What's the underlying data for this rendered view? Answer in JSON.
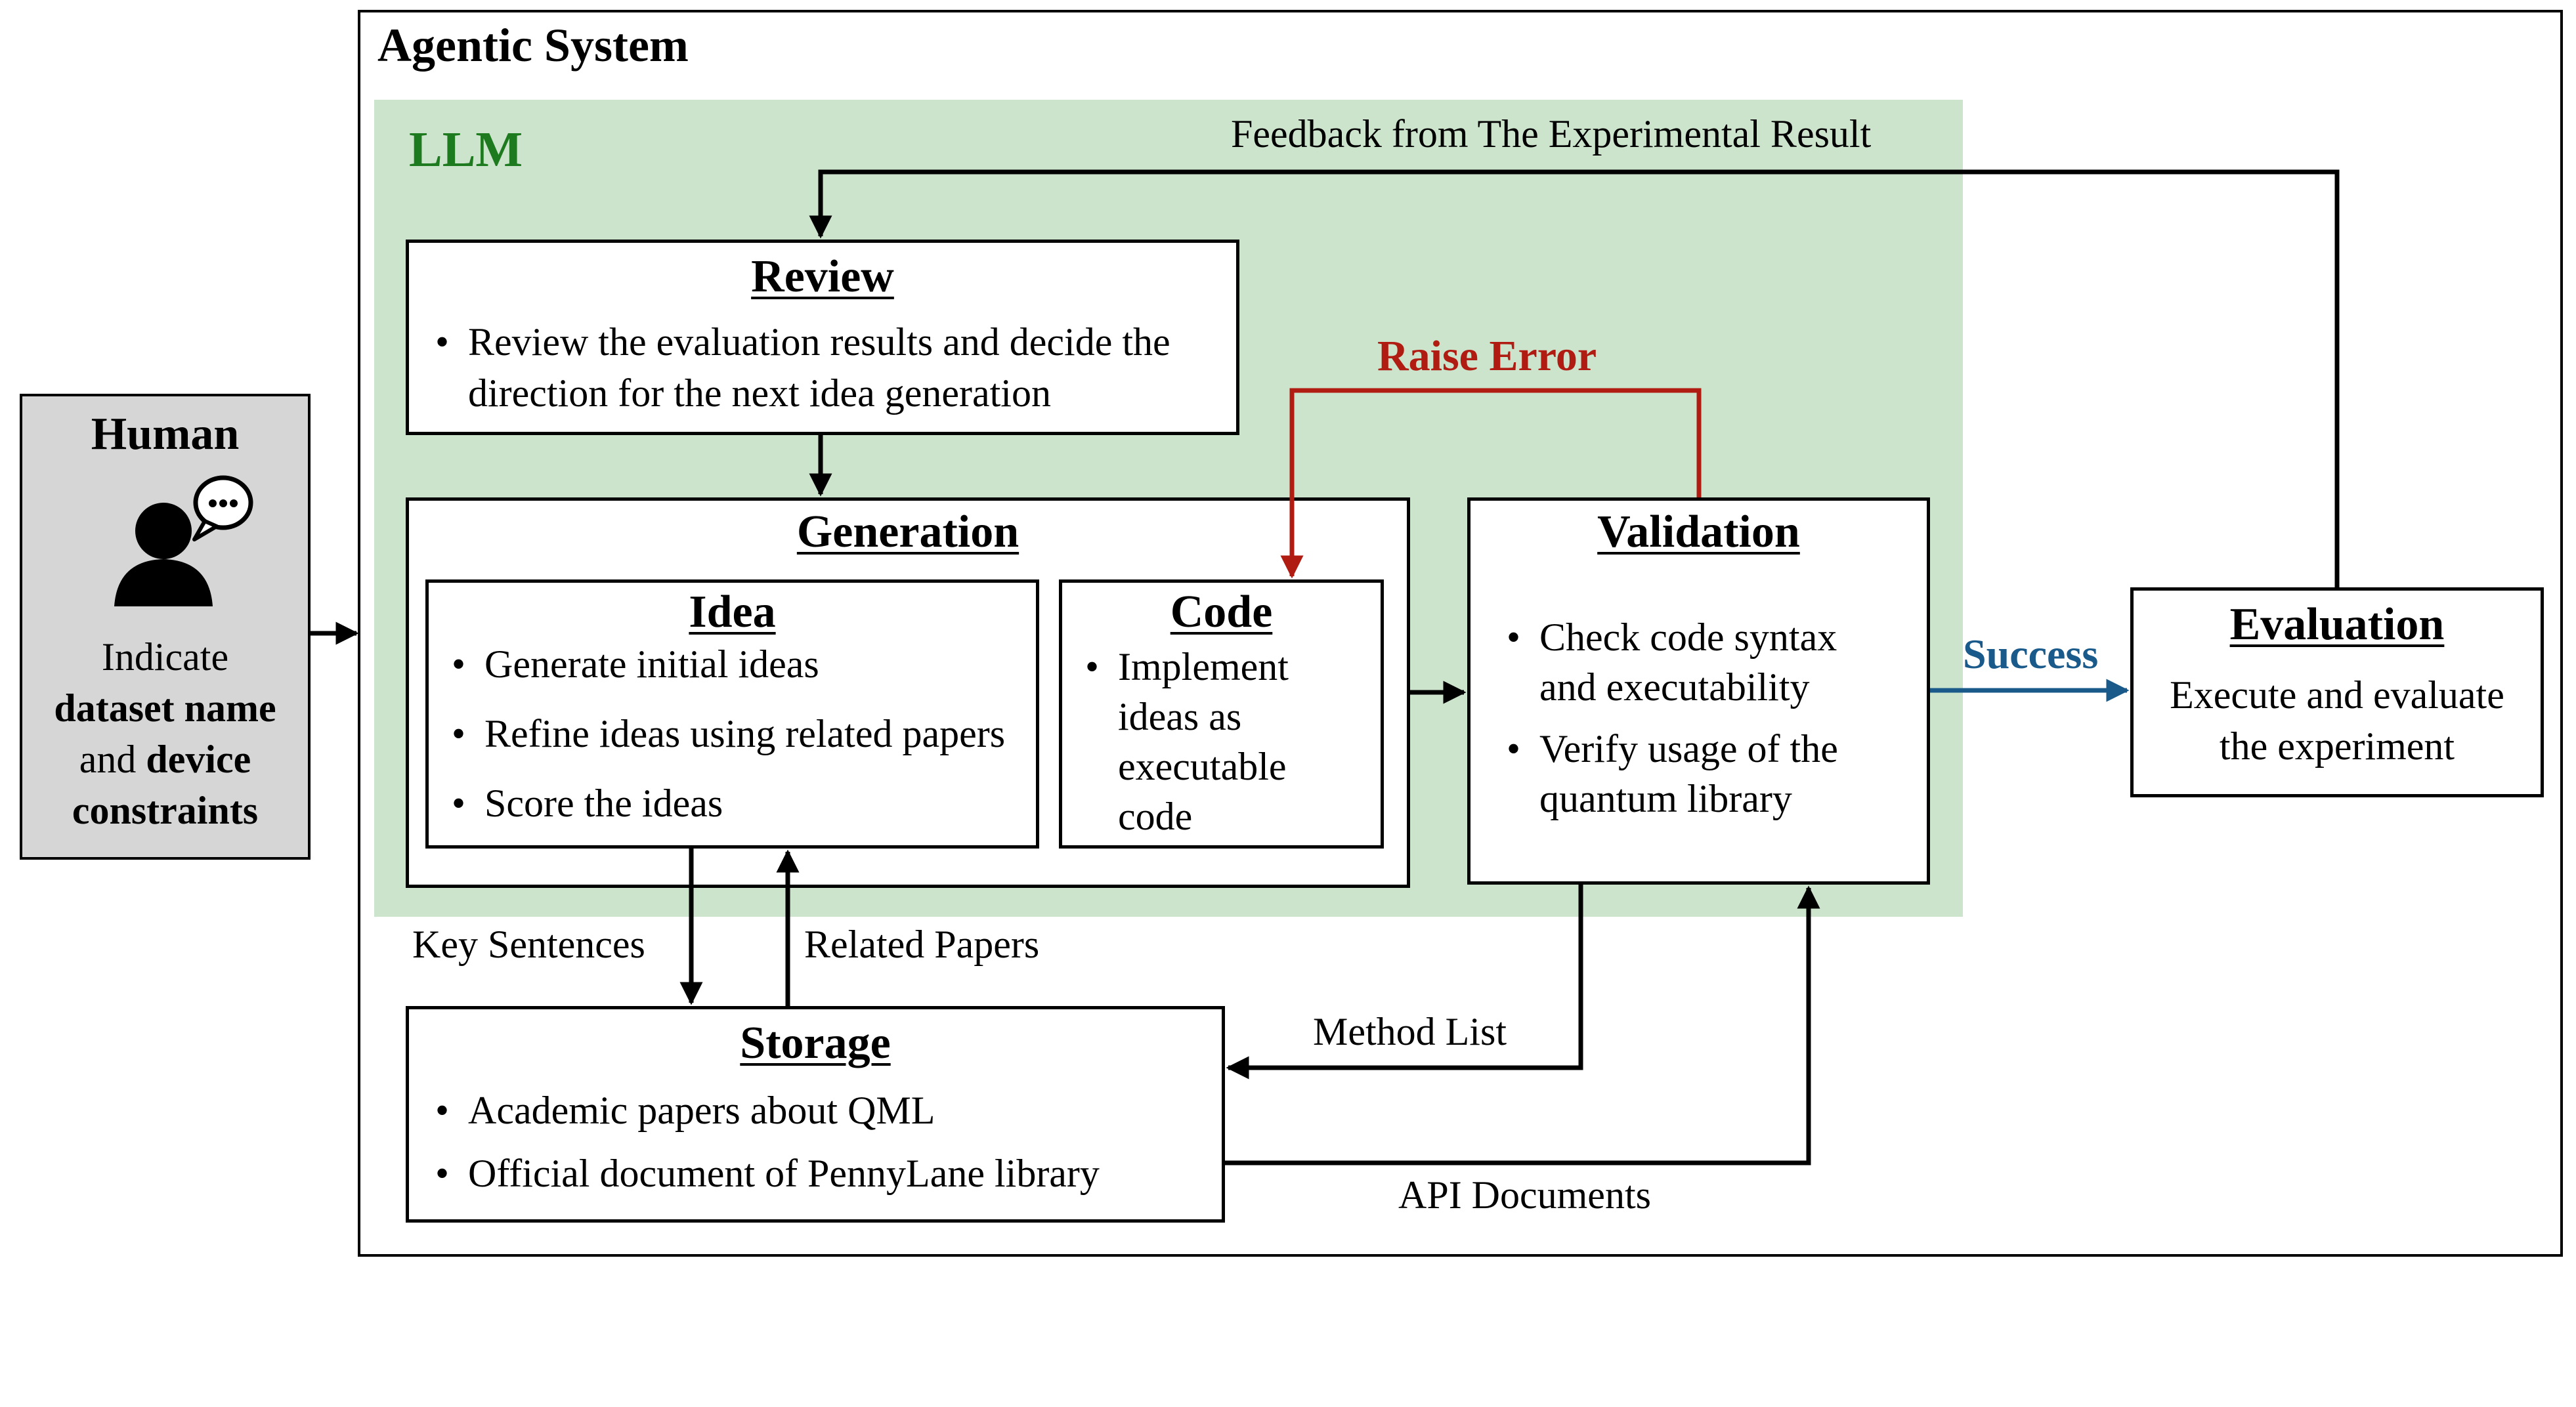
{
  "agentic_system": {
    "title": "Agentic System"
  },
  "llm": {
    "title": "LLM"
  },
  "human": {
    "title": "Human",
    "icon": "person-speech-icon",
    "lines": [
      "Indicate",
      "dataset name",
      "and",
      "device",
      "constraints"
    ]
  },
  "review": {
    "title": "Review",
    "bullets": [
      "Review the evaluation results and decide the direction for the next idea generation"
    ]
  },
  "generation": {
    "title": "Generation"
  },
  "idea": {
    "title": "Idea",
    "bullets": [
      "Generate initial ideas",
      "Refine ideas using related papers",
      "Score the ideas"
    ]
  },
  "code": {
    "title": "Code",
    "bullets": [
      "Implement ideas as executable code"
    ]
  },
  "validation": {
    "title": "Validation",
    "bullets": [
      "Check code syntax and executability",
      "Verify usage of the quantum library"
    ]
  },
  "evaluation": {
    "title": "Evaluation",
    "text": "Execute and evaluate the experiment"
  },
  "storage": {
    "title": "Storage",
    "bullets": [
      "Academic papers about QML",
      "Official document of PennyLane library"
    ]
  },
  "edges": {
    "feedback": "Feedback from The Experimental Result",
    "raise_error": "Raise Error",
    "success": "Success",
    "key_sentences": "Key Sentences",
    "related_papers": "Related Papers",
    "method_list": "Method List",
    "api_documents": "API Documents"
  },
  "colors": {
    "llm_background": "#cce3cc",
    "llm_title": "#1e7a1e",
    "raise_error": "#b01c12",
    "success": "#1a5a8a",
    "human_background": "#d6d6d6"
  }
}
